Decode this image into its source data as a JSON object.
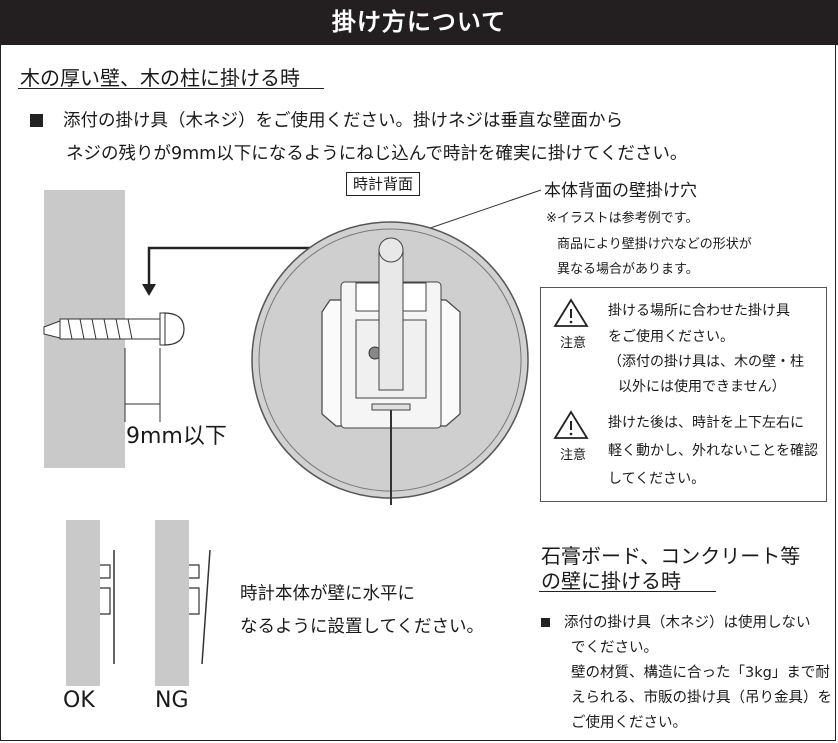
{
  "header": {
    "title": "掛け方について"
  },
  "wood_section": {
    "heading": "木の厚い壁、木の柱に掛ける時",
    "line1": "添付の掛け具（木ネジ）をご使用ください。掛けネジは垂直な壁面から",
    "line2": "ネジの残りが9mm以下になるようにねじ込んで時計を確実に掛けてください。"
  },
  "diagram": {
    "back_label": "時計背面",
    "hole_title": "本体背面の壁掛け穴",
    "note1": "※イラストは参考例です。",
    "note2": "商品により壁掛け穴などの形状が",
    "note3": "異なる場合があります。",
    "measure": "9mm以下"
  },
  "warnings": [
    {
      "icon_label": "注意",
      "lines": [
        "掛ける場所に合わせた掛け具",
        "をご使用ください。",
        "（添付の掛け具は、木の壁・柱",
        "以外には使用できません）"
      ]
    },
    {
      "icon_label": "注意",
      "lines": [
        "掛けた後は、時計を上下左右に",
        "軽く動かし、外れないことを確認",
        "してください。"
      ]
    }
  ],
  "level": {
    "text1": "時計本体が壁に水平に",
    "text2": "なるように設置してください。",
    "ok": "OK",
    "ng": "NG"
  },
  "stone_section": {
    "heading1": "石膏ボード、コンクリート等",
    "heading2": "の壁に掛ける時",
    "line1": "添付の掛け具（木ネジ）は使用しない",
    "line2": "でください。",
    "line3": "壁の材質、構造に合った「3kg」まで耐",
    "line4": "えられる、市販の掛け具（吊り金具）を",
    "line5": "ご使用ください。"
  }
}
